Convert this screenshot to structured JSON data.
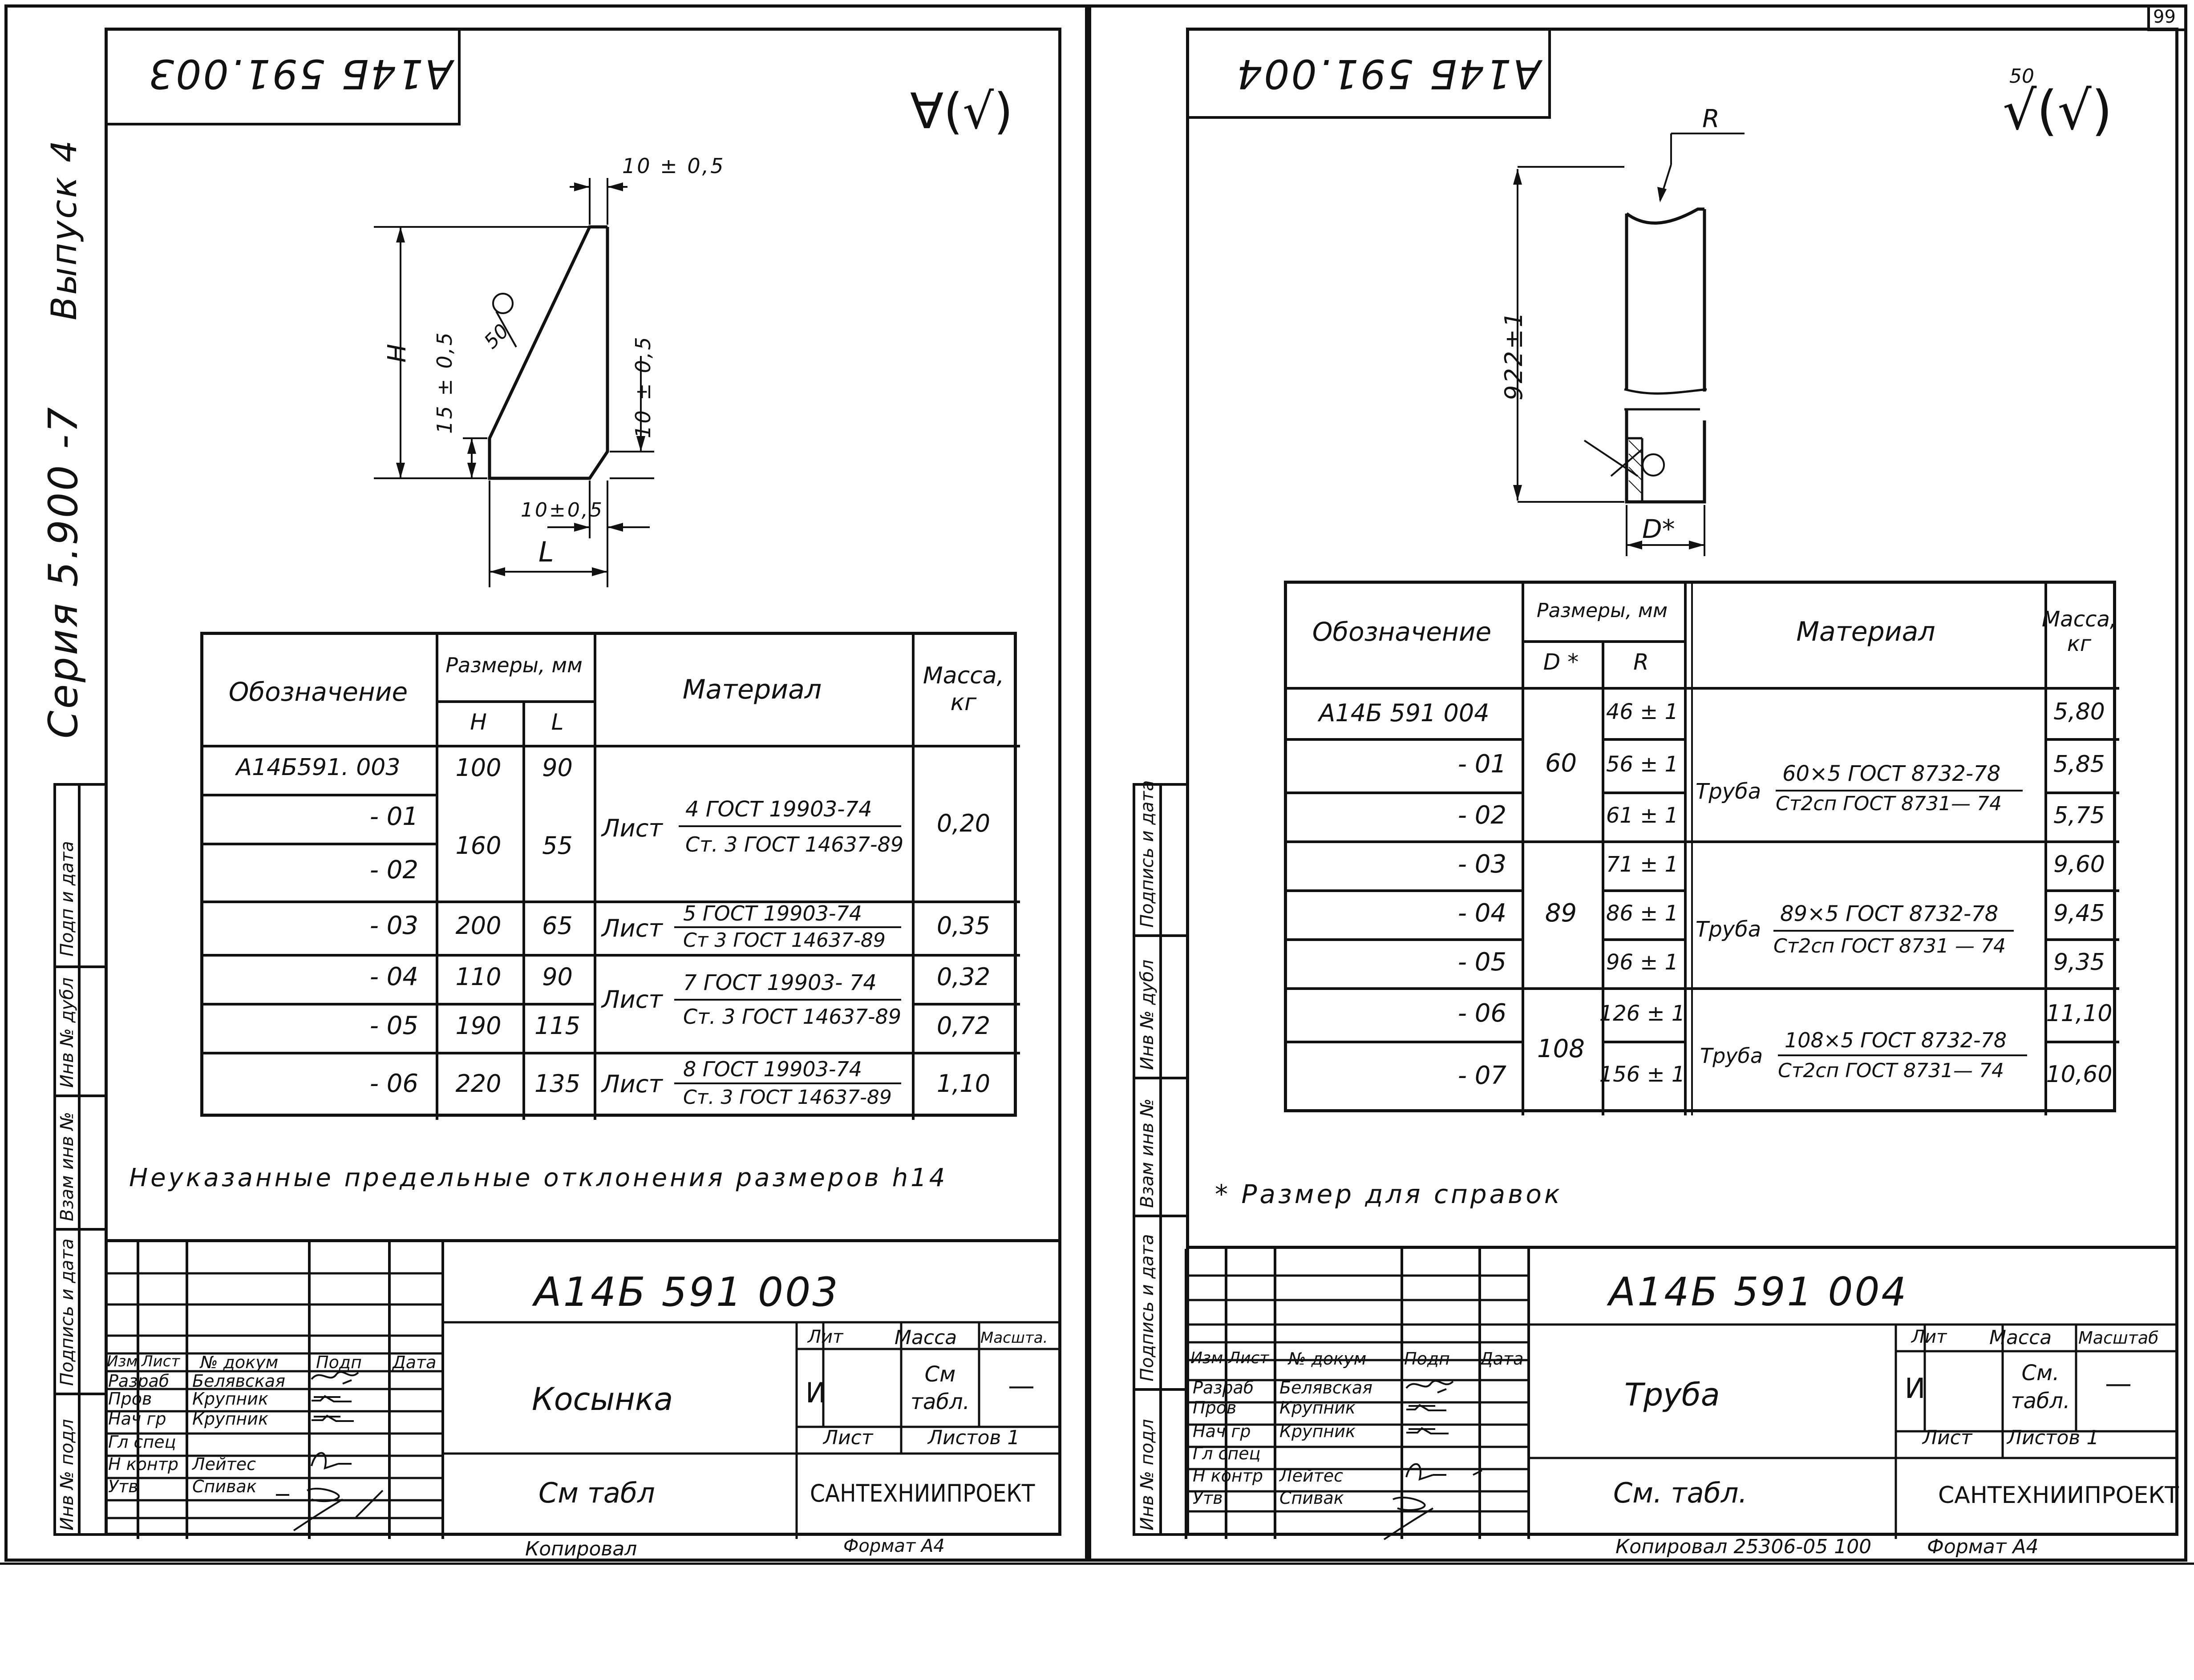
{
  "page_number": "99",
  "left": {
    "series_text": "Серия 5.900 -7",
    "issue_text": "Выпуск 4",
    "stamp_code": "А14Б 591.003",
    "roughness_sym": "∀(√)",
    "dims": {
      "top": "10 ± 0,5",
      "right": "10 ± 0,5",
      "bottom": "10±0,5",
      "left_small": "15 ± 0,5",
      "H": "H",
      "L": "L",
      "weld": "50"
    },
    "table": {
      "headers": {
        "designation": "Обозначение",
        "sizes": "Размеры, мм",
        "H": "H",
        "L": "L",
        "material": "Материал",
        "mass": "Масса, кг"
      },
      "rows": [
        {
          "des": "А14Б591. 003",
          "H": "100",
          "L": "90"
        },
        {
          "des": "- 01",
          "H": "",
          "L": ""
        },
        {
          "des": "- 02",
          "H": "",
          "L": ""
        },
        {
          "des": "- 03",
          "H": "200",
          "L": "65"
        },
        {
          "des": "- 04",
          "H": "110",
          "L": "90"
        },
        {
          "des": "- 05",
          "H": "190",
          "L": "115"
        },
        {
          "des": "- 06",
          "H": "220",
          "L": "135"
        }
      ],
      "merged_01_02": {
        "H": "160",
        "L": "55"
      },
      "materials": [
        {
          "prefix": "Лист",
          "num": "4  ГОСТ 19903-74",
          "den": "Ст. 3  ГОСТ 14637-89",
          "mass": "0,20"
        },
        {
          "prefix": "Лист",
          "num": "5  ГОСТ 19903-74",
          "den": "Ст 3  ГОСТ 14637-89",
          "mass": "0,35"
        },
        {
          "prefix": "Лист",
          "num": "7  ГОСТ 19903- 74",
          "den": "Ст. 3  ГОСТ 14637-89",
          "mass": "0,32"
        },
        {
          "prefix": "",
          "num": "",
          "den": "",
          "mass": "0,72"
        },
        {
          "prefix": "Лист",
          "num": "8  ГОСТ 19903-74",
          "den": "Ст. 3  ГОСТ 14637-89",
          "mass": "1,10"
        }
      ]
    },
    "note": "Неуказанные предельные отклонения размеров  h14",
    "title_block": {
      "code": "А14Б  591 003",
      "name": "Косынка",
      "see": "См табл",
      "org": "САНТЕХНИИПРОЕКТ",
      "lit_h": "Лит",
      "mass_h": "Масса",
      "scale_h": "Масшта.",
      "lit": "И",
      "mass": "См табл.",
      "scale": "—",
      "sheet": "Лист",
      "sheets": "Листов 1",
      "cols": [
        "Изм",
        "Лист",
        "№ докум",
        "Подп",
        "Дата"
      ],
      "roles": [
        "Разраб",
        "Пров",
        "Нач гр",
        "Гл спец",
        "Н контр",
        "Утв"
      ],
      "names": [
        "Белявская",
        "Крупник",
        "Крупник",
        "",
        "Лейтес",
        "Спивак"
      ],
      "copied": "Копировал",
      "format": "Формат  А4"
    },
    "side_labels": [
      "Подп и дата",
      "Инв № дубл",
      "Взам инв №",
      "Подпись и дата",
      "Инв № подл"
    ]
  },
  "right": {
    "stamp_code": "А14Б 591.004",
    "roughness_num": "50",
    "roughness_sym": "√(√)",
    "dims": {
      "R": "R",
      "len": "922±1",
      "D": "D*"
    },
    "table": {
      "headers": {
        "designation": "Обозначение",
        "sizes": "Размеры, мм",
        "D": "D *",
        "R": "R",
        "material": "Материал",
        "mass": "Масса, кг"
      },
      "rows": [
        {
          "des": "А14Б 591 004",
          "R": "46 ± 1",
          "mass": "5,80"
        },
        {
          "des": "- 01",
          "R": "56 ± 1",
          "mass": "5,85"
        },
        {
          "des": "- 02",
          "R": "61 ± 1",
          "mass": "5,75"
        },
        {
          "des": "- 03",
          "R": "71 ± 1",
          "mass": "9,60"
        },
        {
          "des": "- 04",
          "R": "86 ± 1",
          "mass": "9,45"
        },
        {
          "des": "- 05",
          "R": "96 ± 1",
          "mass": "9,35"
        },
        {
          "des": "- 06",
          "R": "126 ± 1",
          "mass": "11,10"
        },
        {
          "des": "- 07",
          "R": "156 ± 1",
          "mass": "10,60"
        }
      ],
      "D_groups": [
        "60",
        "89",
        "108"
      ],
      "materials": [
        {
          "prefix": "Труба",
          "num": "60×5 ГОСТ 8732-78",
          "den": "Ст2сп ГОСТ 8731— 74"
        },
        {
          "prefix": "Труба",
          "num": "89×5 ГОСТ 8732-78",
          "den": "Ст2сп ГОСТ 8731 — 74"
        },
        {
          "prefix": "Труба",
          "num": "108×5 ГОСТ 8732-78",
          "den": "Ст2сп ГОСТ 8731— 74"
        }
      ]
    },
    "note": "* Размер для справок",
    "title_block": {
      "code": "А14Б  591 004",
      "name": "Труба",
      "see": "См. табл.",
      "org": "САНТЕХНИИПРОЕКТ",
      "lit_h": "Лит",
      "mass_h": "Масса",
      "scale_h": "Масштаб",
      "lit": "И",
      "mass": "См. табл.",
      "scale": "—",
      "sheet": "Лист",
      "sheets": "Листов 1",
      "cols": [
        "Изм",
        "Лист",
        "№ докум",
        "Подп",
        "Дата"
      ],
      "roles": [
        "Разраб",
        "Пров",
        "Нач гр",
        "Гл спец",
        "Н контр",
        "Утв"
      ],
      "names": [
        "Белявская",
        "Крупник",
        "Крупник",
        "",
        "Лейтес",
        "Спивак"
      ],
      "copied": "Копировал 25306-05  100",
      "format": "Формат  А4"
    },
    "side_labels": [
      "Подпись и дата",
      "Инв № дубл",
      "Взам инв №",
      "Подпись и дата",
      "Инв № подл"
    ]
  }
}
